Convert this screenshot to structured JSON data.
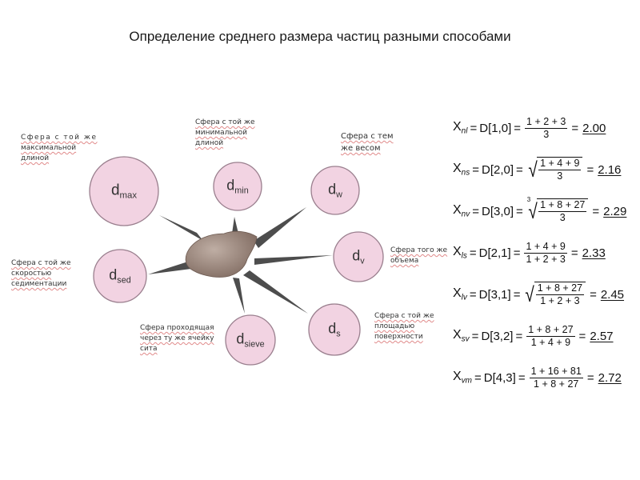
{
  "title": "Определение среднего размера частиц разными способами",
  "colors": {
    "circle_fill": "#f2d3e2",
    "circle_stroke": "#9a7f8e",
    "particle": "#a48e82",
    "ray": "#2f2f2f"
  },
  "circles": [
    {
      "id": "max",
      "base": "d",
      "sub": "max"
    },
    {
      "id": "min",
      "base": "d",
      "sub": "min"
    },
    {
      "id": "w",
      "base": "d",
      "sub": "w"
    },
    {
      "id": "v",
      "base": "d",
      "sub": "v"
    },
    {
      "id": "s",
      "base": "d",
      "sub": "s"
    },
    {
      "id": "sieve",
      "base": "d",
      "sub": "sieve"
    },
    {
      "id": "sed",
      "base": "d",
      "sub": "sed"
    }
  ],
  "notes": {
    "max": [
      "Сфера с той же",
      "максимальной",
      "длиной"
    ],
    "min": [
      "Сфера с той же",
      "минимальной",
      "длиной"
    ],
    "w": [
      "Сфера с тем",
      "же весом"
    ],
    "v": [
      "Сфера того же",
      "объема"
    ],
    "s": [
      "Сфера с той же",
      "площадью",
      "поверхности"
    ],
    "sieve": [
      "Сфера проходящая",
      "через ту же ячейку",
      "сита"
    ],
    "sed": [
      "Сфера с той же",
      "скоростью",
      "седиментации"
    ]
  },
  "formulas": [
    {
      "x": "X",
      "sub": "nl",
      "d": "D[1,0]",
      "root": "",
      "num": "1 + 2 + 3",
      "den": "3",
      "result": "2.00"
    },
    {
      "x": "X",
      "sub": "ns",
      "d": "D[2,0]",
      "root": "sqrt",
      "num": "1 + 4 + 9",
      "den": "3",
      "result": "2.16"
    },
    {
      "x": "X",
      "sub": "nv",
      "d": "D[3,0]",
      "root": "3",
      "num": "1 + 8 + 27",
      "den": "3",
      "result": "2.29"
    },
    {
      "x": "X",
      "sub": "ls",
      "d": "D[2,1]",
      "root": "",
      "num": "1 + 4 + 9",
      "den": "1 + 2 + 3",
      "result": "2.33"
    },
    {
      "x": "X",
      "sub": "lv",
      "d": "D[3,1]",
      "root": "sqrt",
      "num": "1 + 8 + 27",
      "den": "1 + 2 + 3",
      "result": "2.45"
    },
    {
      "x": "X",
      "sub": "sv",
      "d": "D[3,2]",
      "root": "",
      "num": "1 + 8 + 27",
      "den": "1 + 4 + 9",
      "result": "2.57"
    },
    {
      "x": "X",
      "sub": "vm",
      "d": "D[4,3]",
      "root": "",
      "num": "1 + 16 + 81",
      "den": "1 + 8 + 27",
      "result": "2.72"
    }
  ]
}
